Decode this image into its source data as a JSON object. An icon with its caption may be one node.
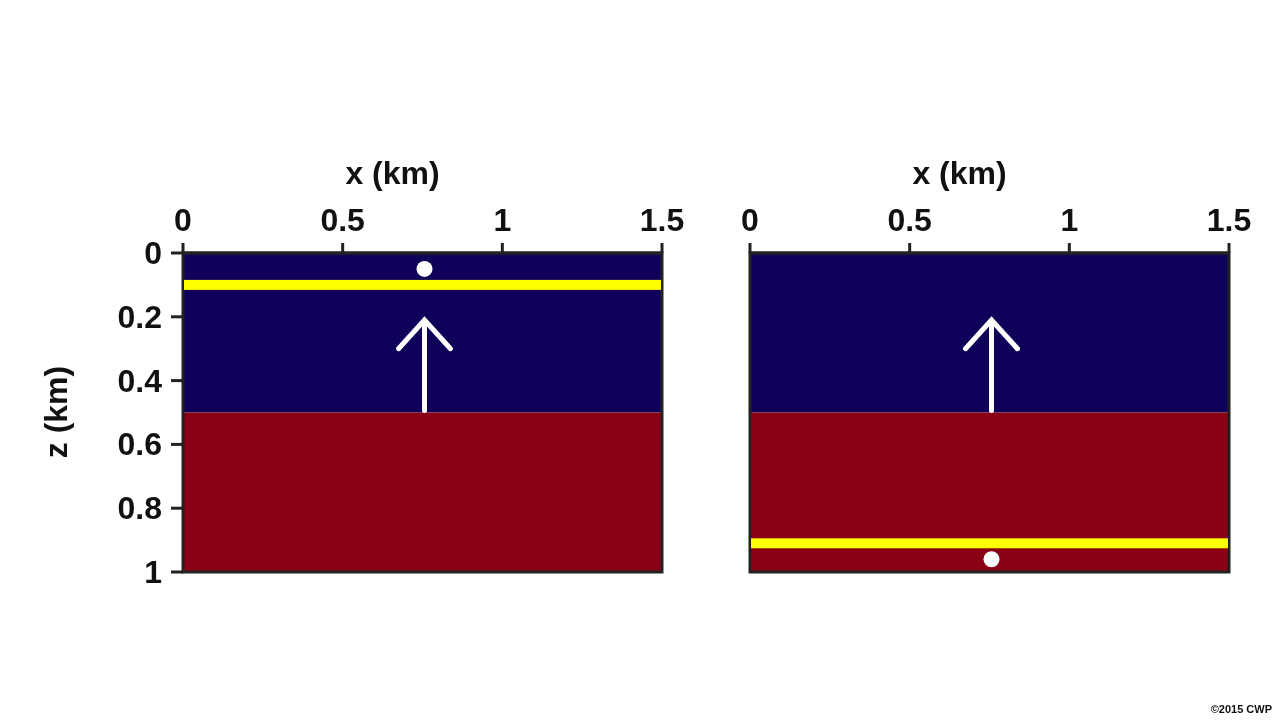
{
  "diagram": {
    "labels": [
      "x (km)",
      "x (km)",
      "0",
      "0.5",
      "1",
      "1.5",
      "0",
      "0.5",
      "1",
      "1.5",
      "0",
      "0.2",
      "0.4",
      "0.6",
      "0.8",
      "1",
      "z (km)",
      "©2015 CWP"
    ]
  }
}
